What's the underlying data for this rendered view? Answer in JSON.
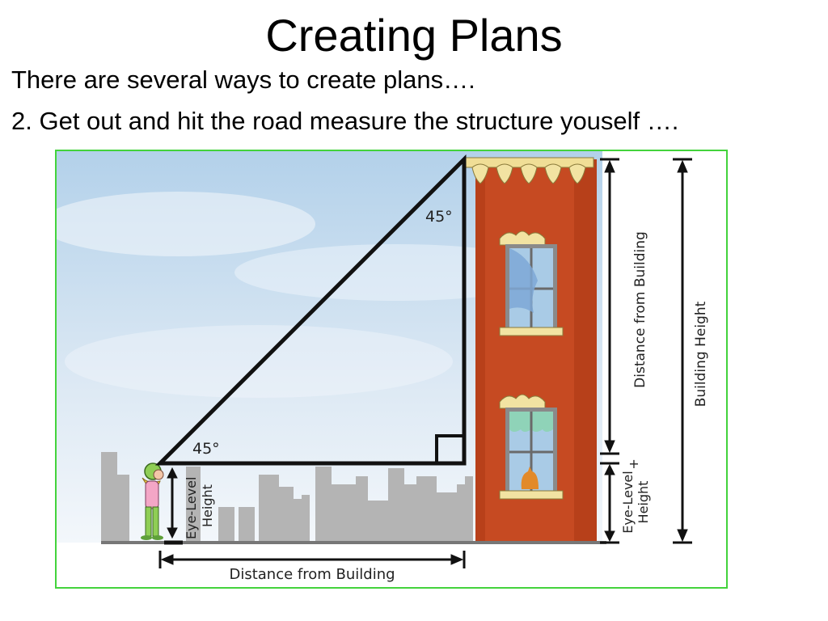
{
  "slide": {
    "title": "Creating Plans",
    "bullet1": "There are several ways to create plans….",
    "bullet2": "2. Get out and hit the road measure the structure youself …."
  },
  "diagram": {
    "angle_top": "45°",
    "angle_bottom": "45°",
    "eye_level_left_line1": "Eye-Level",
    "eye_level_left_line2": "Height",
    "distance_bottom": "Distance from Building",
    "distance_right": "Distance from Building",
    "plus_sign": "+",
    "eye_level_right_line1": "Eye-Level",
    "eye_level_right_line2": "Height",
    "building_height": "Building Height"
  },
  "colors": {
    "border": "#43d33c",
    "building": "#c9471f",
    "sky_top": "#b7d4ec",
    "sky_bottom": "#eef4fa",
    "skyline": "#b3b3b3"
  }
}
